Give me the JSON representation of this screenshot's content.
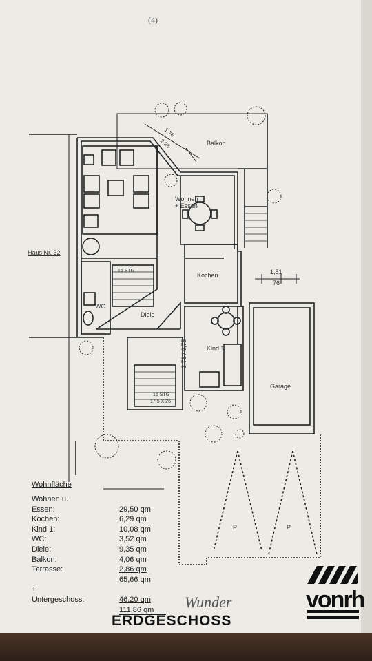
{
  "page_number": "(4)",
  "labels": {
    "haus": "Haus Nr. 32",
    "balkon": "Balkon",
    "wohnen": "Wohnen",
    "essen": "+ Essen",
    "kochen": "Kochen",
    "wc": "WC",
    "diele": "Diele",
    "kind": "Kind 1",
    "garage": "Garage",
    "p1": "P",
    "p2": "P",
    "stair_upper": "16 STG",
    "stair_lower_a": "16 STG",
    "stair_lower_b": "17,5 X 26",
    "dim_a": "1,76",
    "dim_b": "2,26",
    "dim_c": "1,51",
    "dim_d": "76",
    "dim_kind": "3,76 / 9,75"
  },
  "wohnflaeche": {
    "title": "Wohnfläche",
    "rows": [
      {
        "label": "Wohnen u.",
        "value": ""
      },
      {
        "label": "Essen:",
        "value": "29,50 qm"
      },
      {
        "label": "Kochen:",
        "value": "6,29 qm"
      },
      {
        "label": "Kind 1:",
        "value": "10,08 qm"
      },
      {
        "label": "WC:",
        "value": "3,52 qm"
      },
      {
        "label": "Diele:",
        "value": "9,35 qm"
      },
      {
        "label": "Balkon:",
        "value": "4,06 qm"
      },
      {
        "label": "Terrasse:",
        "value": "2,86 qm"
      },
      {
        "label": "",
        "value": "65,66 qm"
      },
      {
        "label": "+",
        "value": ""
      },
      {
        "label": "Untergeschoss:",
        "value": "46,20 qm"
      },
      {
        "label": "",
        "value": "111,86 qm"
      }
    ]
  },
  "heading": "ERDGESCHOSS",
  "signature": "Wunder",
  "logo": "vonrh"
}
